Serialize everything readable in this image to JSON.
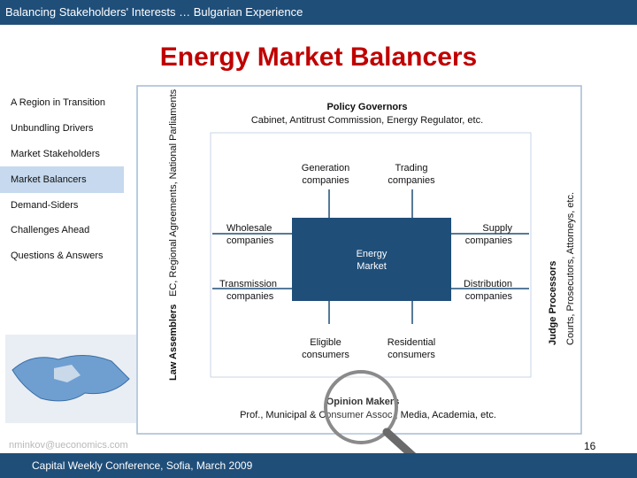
{
  "header": {
    "title": "Balancing Stakeholders' Interests … Bulgarian Experience"
  },
  "page_title": "Energy Market Balancers",
  "sidebar": {
    "items": [
      {
        "label": "A Region in Transition"
      },
      {
        "label": "Unbundling Drivers"
      },
      {
        "label": "Market Stakeholders"
      },
      {
        "label": "Market Balancers",
        "active": true
      },
      {
        "label": "Demand-Siders"
      },
      {
        "label": "Challenges Ahead"
      },
      {
        "label": "Questions & Answers"
      }
    ]
  },
  "diagram": {
    "policy": {
      "title": "Policy Governors",
      "sub": "Cabinet, Antitrust Commission, Energy Regulator, etc."
    },
    "law": {
      "title": "Law Assemblers",
      "sub": "EC, Regional Agreements, National Parliaments"
    },
    "judge": {
      "title": "Judge Processors",
      "sub": "Courts, Prosecutors, Attorneys, etc."
    },
    "opinion": {
      "title": "Opinion Makers",
      "sub": "Prof., Municipal & Consumer Assoc., Media, Academia, etc."
    },
    "generation": [
      "Generation",
      "companies"
    ],
    "trading": [
      "Trading",
      "companies"
    ],
    "wholesale": [
      "Wholesale",
      "companies"
    ],
    "supply": [
      "Supply",
      "companies"
    ],
    "energy_market": [
      "Energy",
      "Market"
    ],
    "transmission": [
      "Transmission",
      "companies"
    ],
    "distribution": [
      "Distribution",
      "companies"
    ],
    "eligible": [
      "Eligible",
      "consumers"
    ],
    "residential": [
      "Residential",
      "consumers"
    ]
  },
  "footer": {
    "email": "nminkov@ueconomics.com",
    "conference": "Capital Weekly Conference, Sofia, March 2009",
    "page": "16"
  },
  "colors": {
    "bar": "#1f4e79",
    "title": "#c00000",
    "market": "#1f4e79",
    "frame": "#a6bbd6"
  }
}
